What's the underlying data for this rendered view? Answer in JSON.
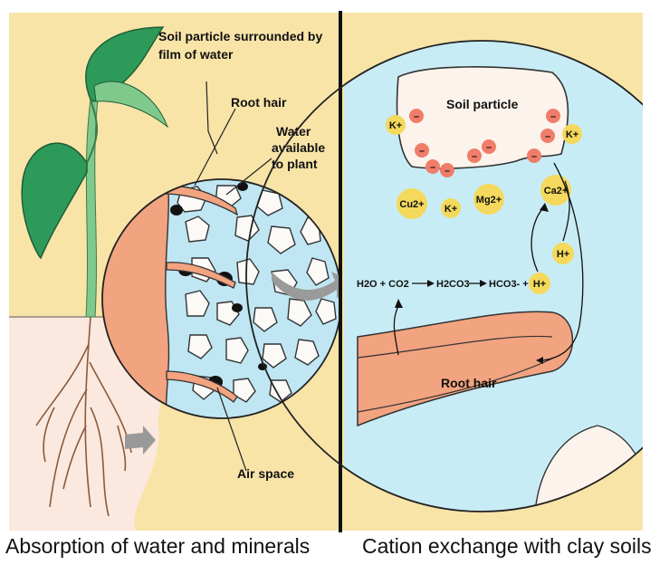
{
  "left_panel": {
    "labels": {
      "soil_film_line1": "Soil particle surrounded by",
      "soil_film_line2": "film of water",
      "root_hair": "Root hair",
      "water_line1": "Water",
      "water_line2": "available",
      "water_line3": "to plant",
      "air_space": "Air space"
    }
  },
  "right_panel": {
    "soil_particle": "Soil particle",
    "root_hair": "Root hair",
    "ions": {
      "k_left": "K+",
      "k_right": "K+",
      "cu": "Cu2+",
      "k_mid": "K+",
      "mg": "Mg2+",
      "ca": "Ca2+",
      "h_upper": "H+",
      "h_eq": "H+"
    },
    "equation": {
      "h2o": "H2O + CO2",
      "h2co3": "H2CO3",
      "hco3": "HCO3- +"
    },
    "negative_sign": "–"
  },
  "captions": {
    "left": "Absorption of water and minerals",
    "right": "Cation exchange with clay soils"
  },
  "colors": {
    "panel_bg": "#f9e4a8",
    "water_blue": "#c8ecf5",
    "root_salmon": "#f2a37f",
    "leaf_green": "#2e9a5a",
    "stem_green": "#7fc98c",
    "ion_yellow": "#f4d95c",
    "neg_red": "#f07d6a"
  }
}
